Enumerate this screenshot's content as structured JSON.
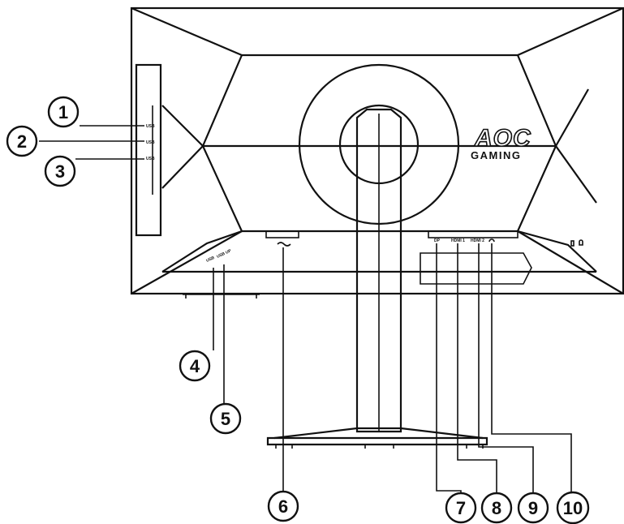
{
  "brand": {
    "logo": "AOC",
    "sub": "GAMING"
  },
  "port_labels": {
    "usb_1": "USB",
    "usb_2": "USB",
    "usb_3": "USB",
    "usb_4": "USB",
    "usb_up": "USB UP",
    "dp": "DP",
    "hdmi1": "HDMI 1",
    "hdmi2": "HDMI 2"
  },
  "callouts": [
    {
      "id": "c1",
      "number": "1"
    },
    {
      "id": "c2",
      "number": "2"
    },
    {
      "id": "c3",
      "number": "3"
    },
    {
      "id": "c4",
      "number": "4"
    },
    {
      "id": "c5",
      "number": "5"
    },
    {
      "id": "c6",
      "number": "6"
    },
    {
      "id": "c7",
      "number": "7"
    },
    {
      "id": "c8",
      "number": "8"
    },
    {
      "id": "c9",
      "number": "9"
    },
    {
      "id": "c10",
      "number": "10"
    }
  ],
  "icons": {
    "power": "ac-power-icon",
    "headphone": "headphone-icon",
    "lock": "kensington-lock-icon"
  }
}
